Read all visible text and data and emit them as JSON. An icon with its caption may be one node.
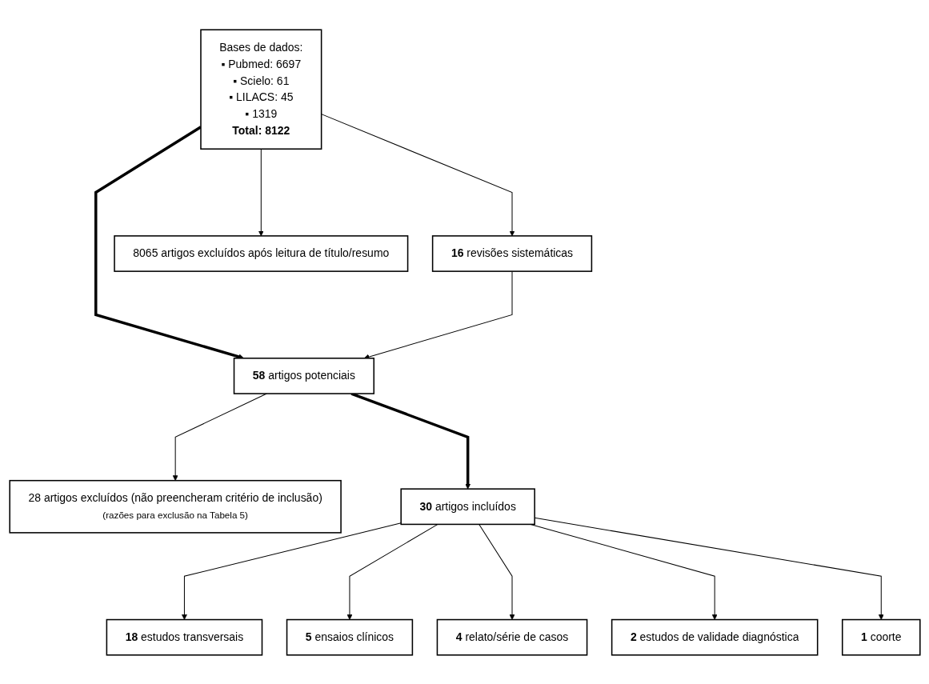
{
  "diagram": {
    "nodes": [
      {
        "text": [
          "Bases de dados:",
          "▪ Pubmed: 6697",
          "▪ Scielo: 61",
          "▪ LILACS: 45",
          "▪ 1319",
          "Total: 8122"
        ]
      },
      {
        "text": [
          "**16** revisões sistemáticas"
        ]
      },
      {
        "text": [
          "8065 artigos excluídos após leitura de título/resumo"
        ]
      },
      {
        "text": [
          "**58** artigos potenciais"
        ]
      },
      {
        "text": [
          "28 artigos excluídos (não preencheram critério de inclusão)",
          "(razões para exclusão na Tabela 5)"
        ]
      },
      {
        "text": [
          "**30** artigos incluídos"
        ]
      },
      {
        "text": [
          "**18** estudos transversais"
        ]
      },
      {
        "text": [
          "**5** ensaios clínicos"
        ]
      },
      {
        "text": [
          "**4** relato/série de casos"
        ]
      },
      {
        "text": [
          "**2** estudos de validade diagnóstica"
        ]
      },
      {
        "text": [
          "**1** coorte"
        ]
      }
    ],
    "edges": [
      {
        "from": 0,
        "to": 1,
        "arrow": "to"
      },
      {
        "from": 0,
        "to": 3,
        "arrow": "to",
        "style": "thick"
      },
      {
        "from": 0,
        "to": 2,
        "arrow": "to"
      },
      {
        "from": 1,
        "to": 3,
        "arrow": "to"
      },
      {
        "from": 3,
        "to": 5,
        "arrow": "to",
        "style": "thick"
      },
      {
        "from": 3,
        "to": 4,
        "arrow": "to"
      },
      {
        "from": 5,
        "to": 6,
        "arrow": "to"
      },
      {
        "from": 5,
        "to": 7,
        "arrow": "to"
      },
      {
        "from": 5,
        "to": 8,
        "arrow": "to"
      },
      {
        "from": 5,
        "to": 9,
        "arrow": "to"
      },
      {
        "from": 5,
        "to": 10,
        "arrow": "to"
      }
    ]
  }
}
